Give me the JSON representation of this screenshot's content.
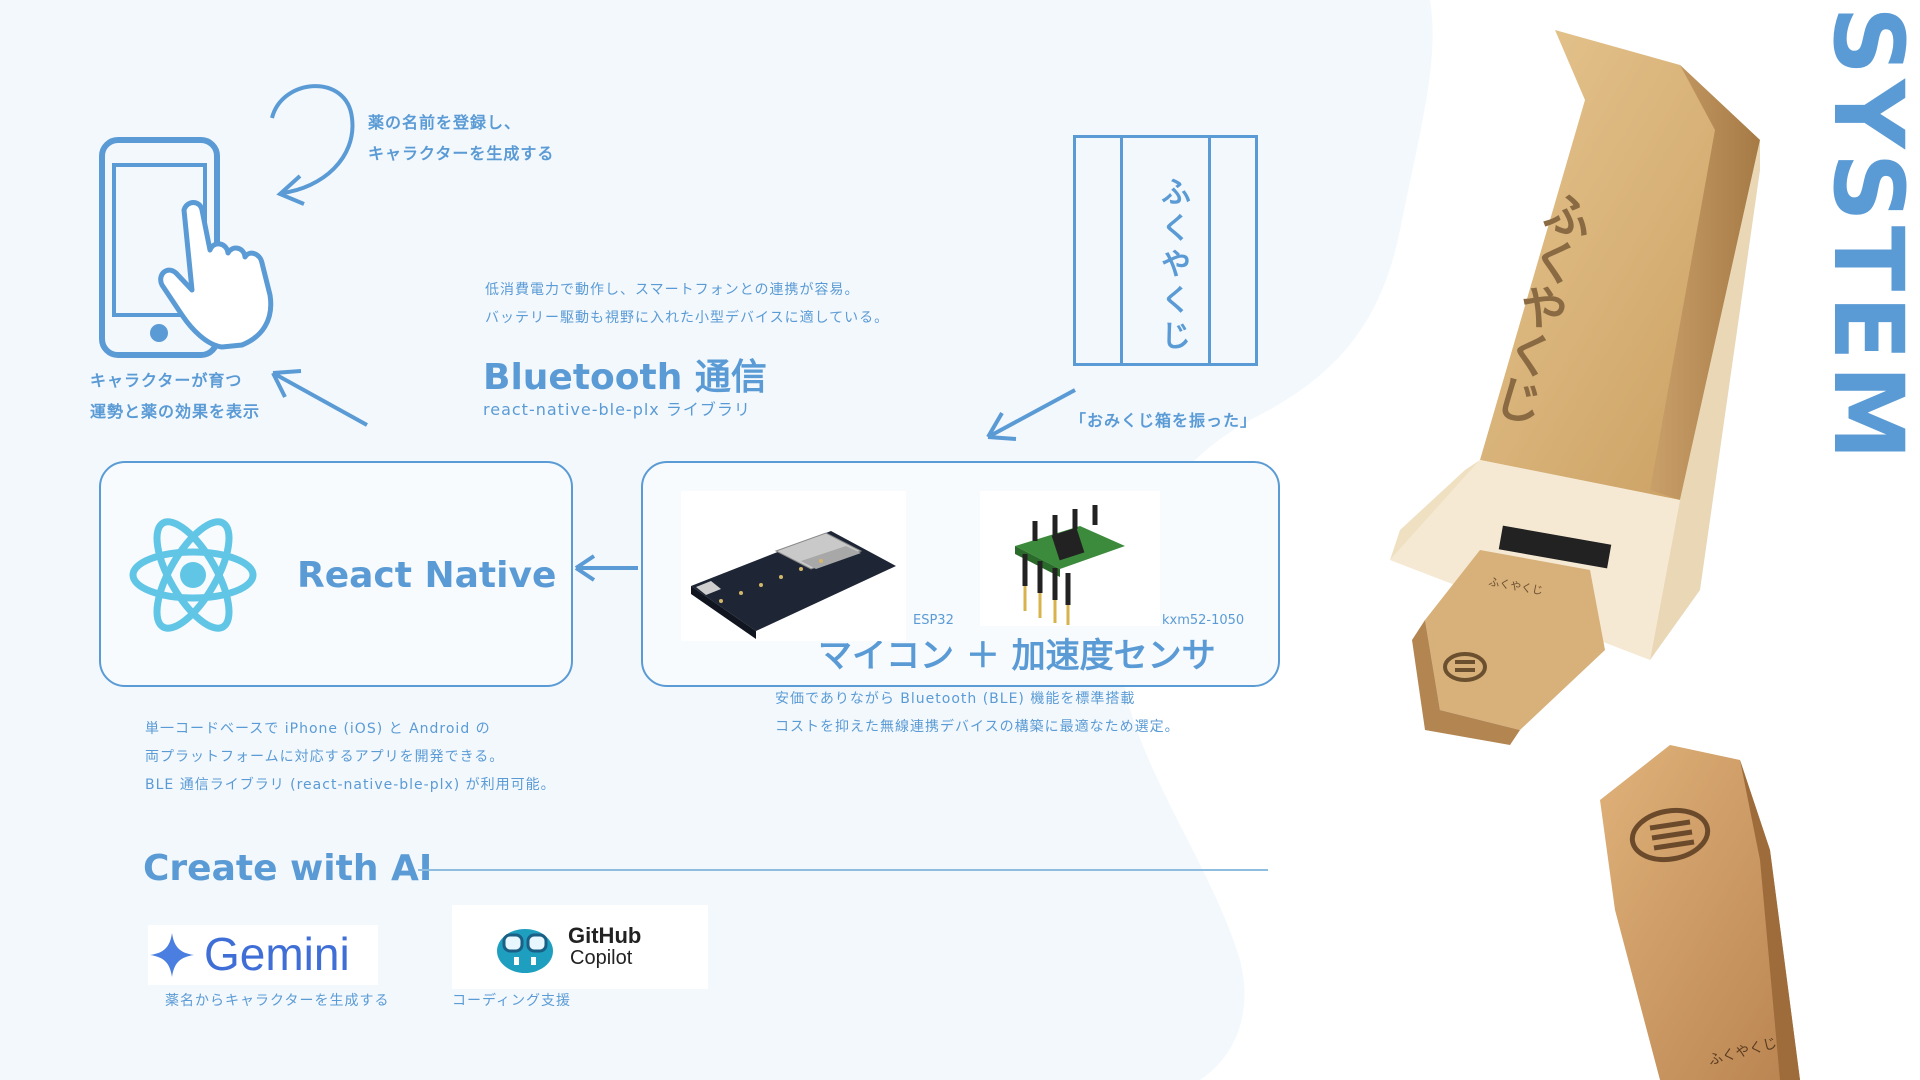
{
  "flow": {
    "register_line1": "薬の名前を登録し、",
    "register_line2": "キャラクターを生成する",
    "display_line1": "キャラクターが育つ",
    "display_line2": "運勢と薬の効果を表示",
    "shake_label": "「おみくじ箱を振った」"
  },
  "bluetooth": {
    "desc_line1": "低消費電力で動作し、スマートフォンとの連携が容易。",
    "desc_line2": "バッテリー駆動も視野に入れた小型デバイスに適している。",
    "title": "Bluetooth 通信",
    "subtitle": "react-native-ble-plx ライブラリ"
  },
  "react_native": {
    "title": "React Native",
    "desc_line1": "単一コードベースで iPhone (iOS) と Android の",
    "desc_line2": "両プラットフォームに対応するアプリを開発できる。",
    "desc_line3": "BLE 通信ライブラリ (react-native-ble-plx) が利用可能。"
  },
  "hardware": {
    "esp32_label": "ESP32",
    "sensor_label": "kxm52-1050",
    "title": "マイコン ＋ 加速度センサ",
    "desc_line1": "安価でありながら Bluetooth (BLE) 機能を標準搭載",
    "desc_line2": "コストを抑えた無線連携デバイスの構築に最適なため選定。"
  },
  "omikuji_box": {
    "text": "ふくやくじ"
  },
  "box3d": {
    "text": "ふくやくじ",
    "stick_top_text": "ふくやくじ",
    "stick_bottom_text": "ふくやくじ"
  },
  "system_title": "SYSTEM",
  "ai": {
    "heading": "Create with AI",
    "gemini_logo_text": "Gemini",
    "gemini_caption": "薬名からキャラクターを生成する",
    "copilot_logo_line1": "GitHub",
    "copilot_logo_line2": "Copilot",
    "copilot_caption": "コーディング支援"
  },
  "colors": {
    "accent": "#5b9bd5",
    "background_blob": "#f3f8fd",
    "wood": "#d6b27c"
  }
}
